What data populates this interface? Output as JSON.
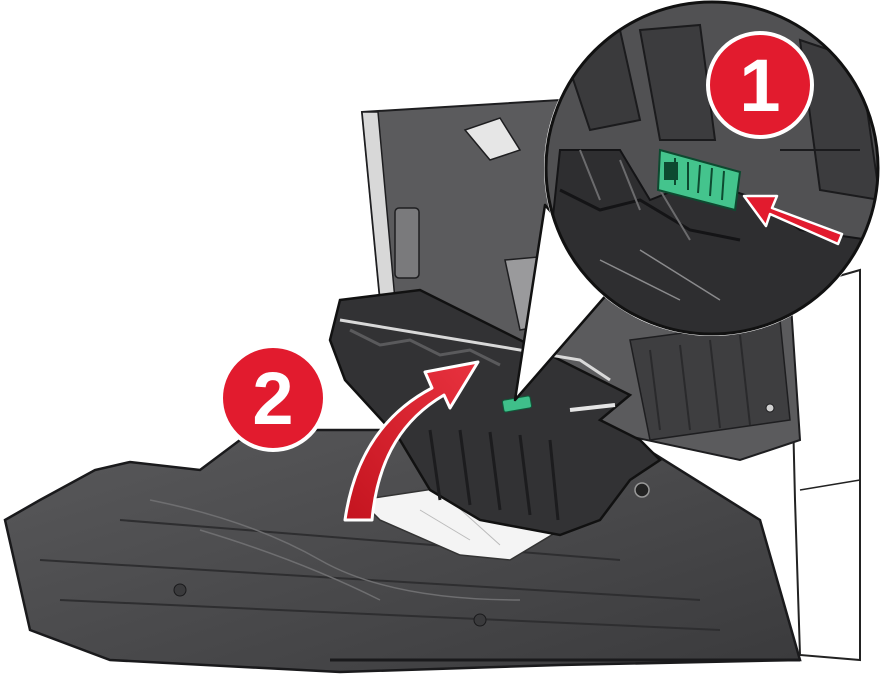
{
  "steps": [
    {
      "number": "1"
    },
    {
      "number": "2"
    }
  ],
  "colors": {
    "callout_red": "#e21b2e",
    "printer_body": "#4a4a4c",
    "printer_dark": "#2b2b2d",
    "printer_light": "#8a8a8c",
    "tab_green": "#3fbf8a",
    "paper_white": "#f2f2f2"
  },
  "icons": {
    "step_badge": "numbered-circle",
    "arrow": "curved-arrow",
    "pointer": "straight-arrow"
  }
}
